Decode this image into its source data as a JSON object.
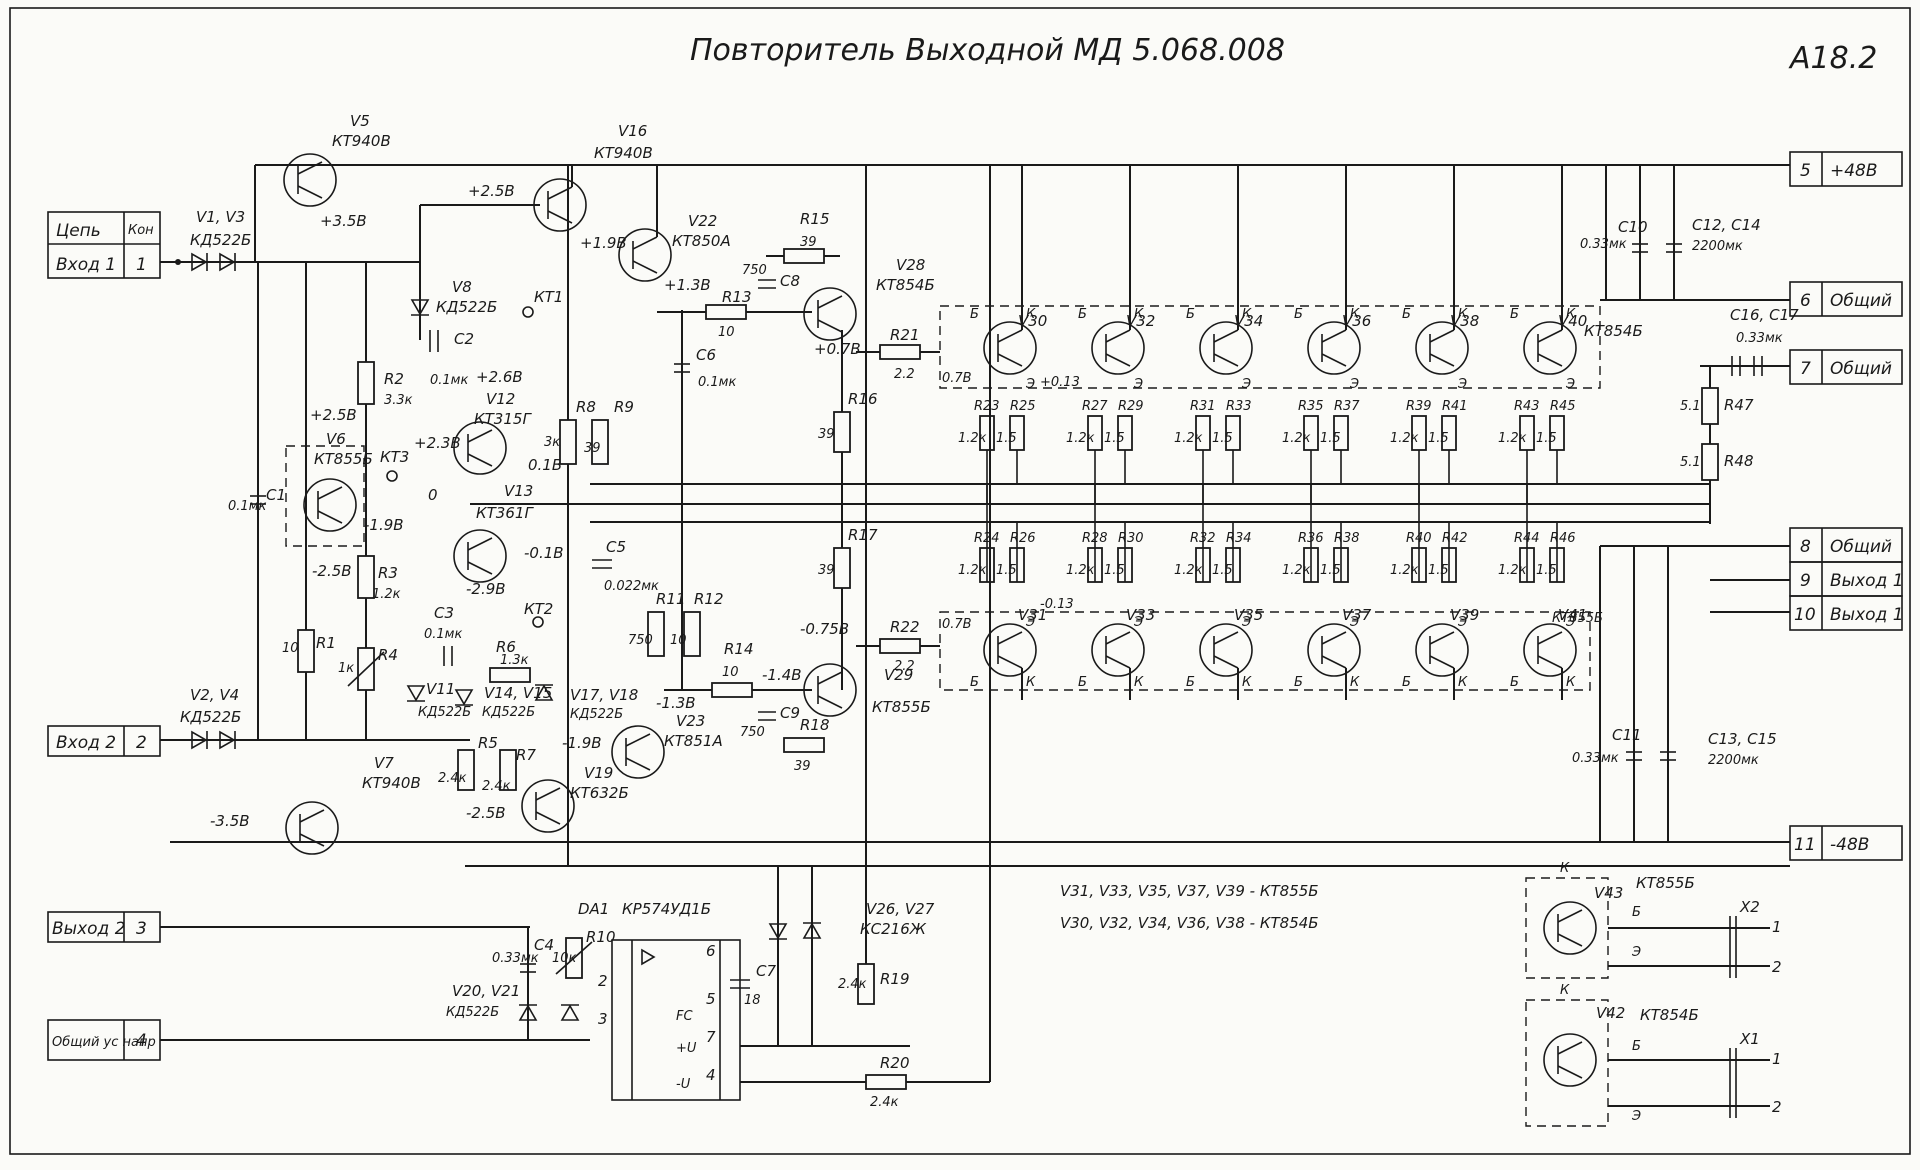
{
  "title": "Повторитель Выходной МД 5.068.008",
  "sheet_id": "А18.2",
  "connector_table": {
    "headers": [
      "Цепь",
      "Кон"
    ],
    "rows": [
      {
        "name": "Вход 1",
        "pin": "1"
      },
      {
        "name": "Вход 2",
        "pin": "2"
      },
      {
        "name": "Выход 2",
        "pin": "3"
      },
      {
        "name": "Общий ус напр",
        "pin": "4"
      }
    ]
  },
  "right_connectors": [
    {
      "pin": "5",
      "name": "+48В"
    },
    {
      "pin": "6",
      "name": "Общий"
    },
    {
      "pin": "7",
      "name": "Общий"
    },
    {
      "pin": "8",
      "name": "Общий"
    },
    {
      "pin": "9",
      "name": "Выход 1"
    },
    {
      "pin": "10",
      "name": "Выход 1"
    },
    {
      "pin": "11",
      "name": "-48В"
    }
  ],
  "components": {
    "v5": {
      "ref": "V5",
      "type": "КТ940В",
      "volt": "+3.5В"
    },
    "v16": {
      "ref": "V16",
      "type": "КТ940В",
      "volt": "+2.5В"
    },
    "v22": {
      "ref": "V22",
      "type": "КТ850А",
      "volt1": "+1.9В",
      "volt2": "+1.3В"
    },
    "v1v3": {
      "ref": "V1, V3",
      "type": "КД522Б"
    },
    "v2v4": {
      "ref": "V2, V4",
      "type": "КД522Б"
    },
    "v8": {
      "ref": "V8",
      "type": "КД522Б"
    },
    "v6": {
      "ref": "V6",
      "type": "КТ855Б",
      "volt1": "+2.5В",
      "volt2": "-2.5В",
      "volt3": "-1.9В"
    },
    "v7": {
      "ref": "V7",
      "type": "КТ940В",
      "volt": "-3.5В"
    },
    "v12": {
      "ref": "V12",
      "type": "КТ315Г",
      "volt1": "+2.6В",
      "volt2": "+2.3В",
      "volt3": "0.1В"
    },
    "v13": {
      "ref": "V13",
      "type": "КТ361Г",
      "volt1": "-2.9В",
      "volt2": "-0.1В"
    },
    "v19": {
      "ref": "V19",
      "type": "КТ632Б",
      "volt": "-2.5В"
    },
    "v23": {
      "ref": "V23",
      "type": "КТ851А",
      "volt1": "-1.9В",
      "volt2": "-1.3В"
    },
    "v11": {
      "ref": "V11",
      "type": "КД522Б"
    },
    "v14v15": {
      "ref": "V14, V15",
      "type": "КД522Б"
    },
    "v17v18": {
      "ref": "V17, V18",
      "type": "КД522Б"
    },
    "v28": {
      "ref": "V28",
      "type": "КТ854Б",
      "volt": "+0.7В"
    },
    "v29": {
      "ref": "V29",
      "type": "КТ855Б",
      "volt1": "-0.75В",
      "volt2": "-1.4В"
    },
    "v20v21": {
      "ref": "V20, V21",
      "type": "КД522Б"
    },
    "v26v27": {
      "ref": "V26, V27",
      "type": "КС216Ж"
    },
    "da1": {
      "ref": "DA1",
      "type": "КР574УД1Б"
    },
    "r1": {
      "ref": "R1",
      "val": "10"
    },
    "r2": {
      "ref": "R2",
      "val": "3.3к"
    },
    "r3": {
      "ref": "R3",
      "val": "1.2к"
    },
    "r4": {
      "ref": "R4",
      "val": "1к"
    },
    "r5": {
      "ref": "R5",
      "val": "2.4к"
    },
    "r6": {
      "ref": "R6",
      "val": "1.3к"
    },
    "r7": {
      "ref": "R7",
      "val": "2.4к"
    },
    "r8": {
      "ref": "R8",
      "val": "3к"
    },
    "r9": {
      "ref": "R9",
      "val": "39"
    },
    "r10": {
      "ref": "R10",
      "val": "10к"
    },
    "r11": {
      "ref": "R11",
      "val": "750"
    },
    "r12": {
      "ref": "R12",
      "val": "10"
    },
    "r13": {
      "ref": "R13",
      "val": "10"
    },
    "r14": {
      "ref": "R14",
      "val": "10"
    },
    "r15": {
      "ref": "R15",
      "val": "39"
    },
    "r16": {
      "ref": "R16",
      "val": "39"
    },
    "r17": {
      "ref": "R17",
      "val": "39"
    },
    "r18": {
      "ref": "R18",
      "val": "39"
    },
    "r19": {
      "ref": "R19",
      "val": "2.4к"
    },
    "r20": {
      "ref": "R20",
      "val": "2.4к"
    },
    "r21": {
      "ref": "R21",
      "val": "2.2"
    },
    "r22": {
      "ref": "R22",
      "val": "2.2"
    },
    "r47": {
      "ref": "R47",
      "val": "5.1"
    },
    "r48": {
      "ref": "R48",
      "val": "5.1"
    },
    "c1": {
      "ref": "C1",
      "val": "0.1мк"
    },
    "c2": {
      "ref": "C2",
      "val": "0.1мк"
    },
    "c3": {
      "ref": "C3",
      "val": "0.1мк"
    },
    "c4": {
      "ref": "C4",
      "val": "0.33мк"
    },
    "c5": {
      "ref": "C5",
      "val": "0.022мк"
    },
    "c6": {
      "ref": "C6",
      "val": "0.1мк"
    },
    "c7": {
      "ref": "C7",
      "val": "18"
    },
    "c8": {
      "ref": "C8",
      "val": "750"
    },
    "c9": {
      "ref": "C9",
      "val": "750"
    },
    "c10": {
      "ref": "C10",
      "val": "0.33мк"
    },
    "c11": {
      "ref": "C11",
      "val": "0.33мк"
    },
    "c12c14": {
      "ref": "C12, C14",
      "val": "2200мк"
    },
    "c13c15": {
      "ref": "C13, C15",
      "val": "2200мк"
    },
    "c16c17": {
      "ref": "C16, C17",
      "val": "0.33мк"
    },
    "v43": {
      "ref": "V43",
      "type": "КТ855Б"
    },
    "v42": {
      "ref": "V42",
      "type": "КТ854Б"
    }
  },
  "test_points": [
    "КТ1",
    "КТ2",
    "КТ3"
  ],
  "npn_row": {
    "transistors": [
      "V30",
      "V32",
      "V34",
      "V36",
      "V38",
      "V40"
    ],
    "type_label": "КТ854Б",
    "res_r": [
      "R23",
      "R27",
      "R31",
      "R35",
      "R39",
      "R43"
    ],
    "res_r2": [
      "R25",
      "R29",
      "R33",
      "R37",
      "R41",
      "R45"
    ],
    "res_val": [
      "1.2к",
      "1.5"
    ],
    "volts": [
      "0.7В",
      "+0.13"
    ],
    "terminal_b": "Б",
    "terminal_k": "К",
    "terminal_e": "Э"
  },
  "pnp_row": {
    "transistors": [
      "V31",
      "V33",
      "V35",
      "V37",
      "V39",
      "V41"
    ],
    "type_label": "КТ855Б",
    "res_r": [
      "R24",
      "R28",
      "R32",
      "R36",
      "R40",
      "R44"
    ],
    "res_r2": [
      "R26",
      "R30",
      "R34",
      "R38",
      "R42",
      "R46"
    ],
    "res_val": [
      "1.2к",
      "1.5"
    ],
    "volts": [
      "0.7В",
      "-0.13"
    ]
  },
  "opamp_pins": [
    "2",
    "3",
    "6",
    "7",
    "4",
    "5",
    "FC",
    "+U",
    "-U"
  ],
  "notes": [
    "V31, V33, V35, V37, V39 - КТ855Б",
    "V30, V32, V34, V36, V38 - КТ854Б"
  ],
  "outputs": {
    "x2": "X2",
    "x1": "X1",
    "pins": [
      "1",
      "2"
    ],
    "b": "Б",
    "e": "Э",
    "k": "К",
    "zero": "0"
  }
}
